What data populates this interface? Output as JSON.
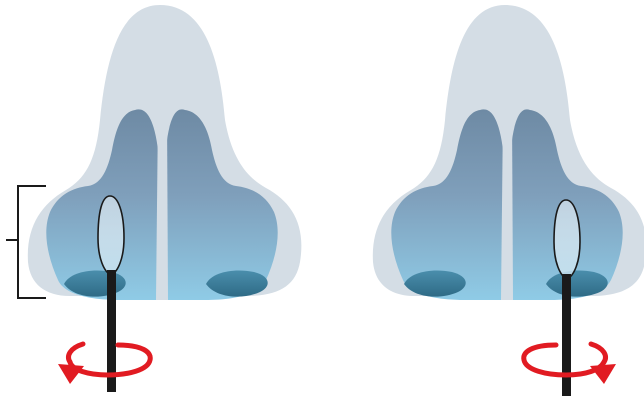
{
  "figure": {
    "panels": [
      {
        "name": "left-nostril-swab",
        "rotation": "counterclockwise"
      },
      {
        "name": "right-nostril-swab",
        "rotation": "clockwise"
      }
    ],
    "colors": {
      "nose_outer": "#d4dde5",
      "nose_inner_top": "#6e8aa4",
      "nose_inner_bottom": "#8dc3df",
      "nostril_floor": "#3d7d9a",
      "swab_stick": "#1a1a1a",
      "rotation_arrow": "#e11b22",
      "bracket": "#1a1a1a"
    },
    "icons": {
      "swab": "swab-icon",
      "rotation": "rotation-arrow-icon",
      "bracket": "bracket-icon"
    }
  }
}
